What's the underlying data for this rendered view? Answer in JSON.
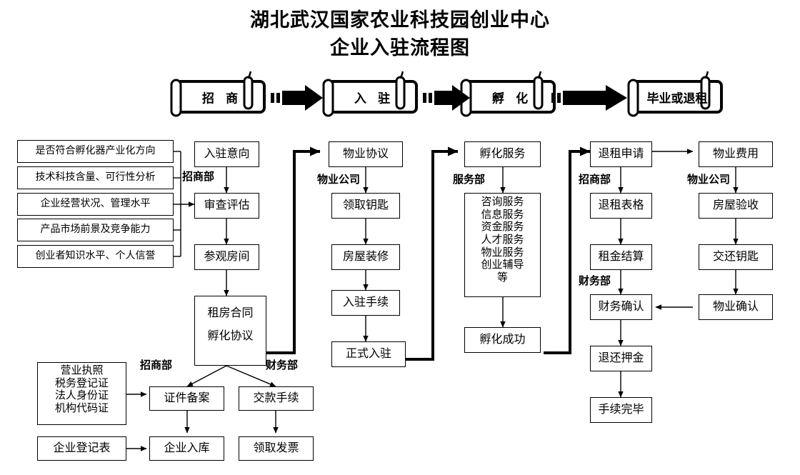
{
  "title": {
    "line1": "湖北武汉国家农业科技园创业中心",
    "line2": "企业入驻流程图"
  },
  "banners": [
    {
      "id": "banner-zhaoshang",
      "label": "招  商"
    },
    {
      "id": "banner-ruzhu",
      "label": "入  驻"
    },
    {
      "id": "banner-fuhua",
      "label": "孵  化"
    },
    {
      "id": "banner-biye",
      "label": "毕业或退租"
    }
  ],
  "criteria": {
    "items": [
      "是否符合孵化器产业化方向",
      "技术科技含量、可行性分析",
      "企业经营状况、管理水平",
      "产品市场前景及竞争能力",
      "创业者知识水平、个人信誉"
    ]
  },
  "columns": {
    "recruit": {
      "dept": "招商部",
      "steps": [
        "入驻意向",
        "审查评估",
        "参观房间"
      ],
      "contract": {
        "line1": "租房合同",
        "line2": "孵化协议"
      }
    },
    "property": {
      "dept": "物业公司",
      "steps": [
        "物业协议",
        "领取钥匙",
        "房屋装修",
        "入驻手续",
        "正式入驻"
      ]
    },
    "service": {
      "dept": "服务部",
      "head": "孵化服务",
      "services": [
        "咨询服务",
        "信息服务",
        "资金服务",
        "人才服务",
        "物业服务",
        "创业辅导",
        "等"
      ],
      "tail": "孵化成功"
    },
    "exit": {
      "dept_top": "招商部",
      "dept_mid": "财务部",
      "steps": [
        "退租申请",
        "退租表格",
        "租金结算",
        "财务确认",
        "退还押金",
        "手续完毕"
      ]
    },
    "propertyExit": {
      "dept": "物业公司",
      "steps": [
        "物业费用",
        "房屋验收",
        "交还钥匙",
        "物业确认"
      ]
    }
  },
  "bottom": {
    "documents": [
      "营业执照",
      "税务登记证",
      "法人身份证",
      "机构代码证"
    ],
    "registration_form": "企业登记表",
    "dept_left": "招商部",
    "dept_right": "财务部",
    "left_steps": [
      "证件备案",
      "企业入库"
    ],
    "right_steps": [
      "交款手续",
      "领取发票"
    ]
  },
  "colors": {
    "stroke": "#000000",
    "background": "#ffffff"
  }
}
